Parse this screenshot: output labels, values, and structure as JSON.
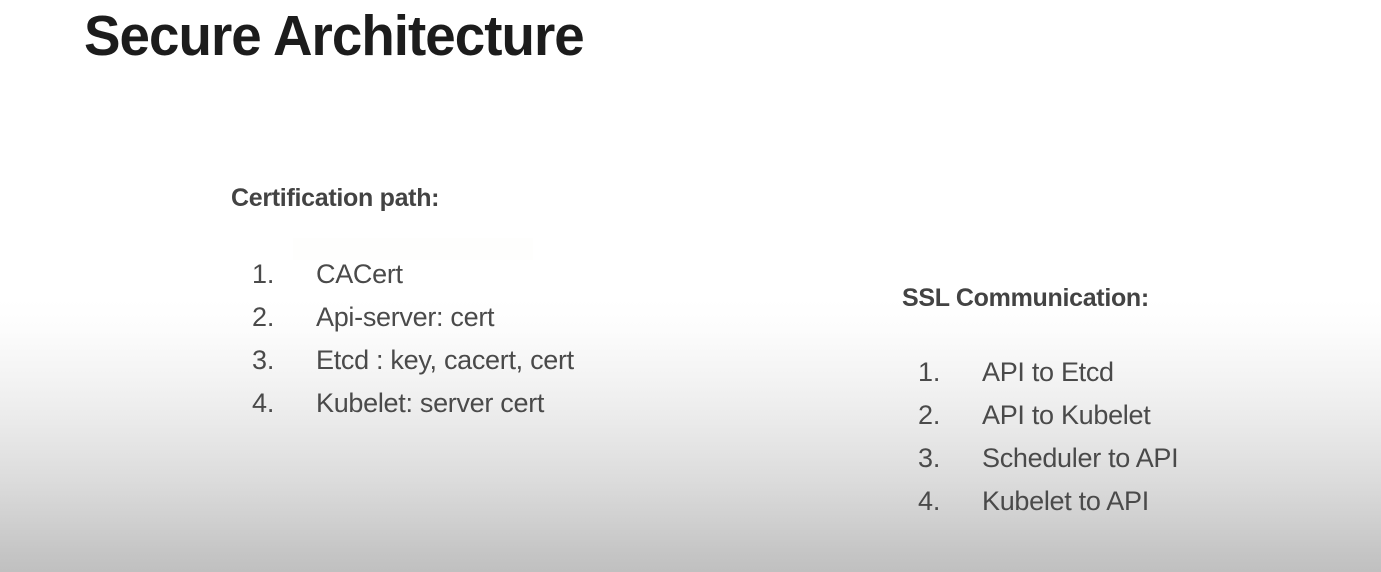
{
  "slide": {
    "title": "Secure Architecture",
    "background": {
      "top_color": "#ffffff",
      "bottom_color": "#c0c0c0"
    },
    "title_color": "#1c1c1c",
    "heading_color": "#434343",
    "body_color": "#4a4a4a"
  },
  "blocks": [
    {
      "heading": "Certification path:",
      "items": [
        {
          "number": "1.",
          "text": "CACert"
        },
        {
          "number": "2.",
          "text": "Api-server: cert"
        },
        {
          "number": "3.",
          "text": "Etcd : key, cacert, cert"
        },
        {
          "number": "4.",
          "text": "Kubelet: server cert"
        }
      ]
    },
    {
      "heading": "SSL Communication:",
      "items": [
        {
          "number": "1.",
          "text": "API to Etcd"
        },
        {
          "number": "2.",
          "text": "API to Kubelet"
        },
        {
          "number": "3.",
          "text": "Scheduler to API"
        },
        {
          "number": "4.",
          "text": "Kubelet to API"
        }
      ]
    }
  ]
}
